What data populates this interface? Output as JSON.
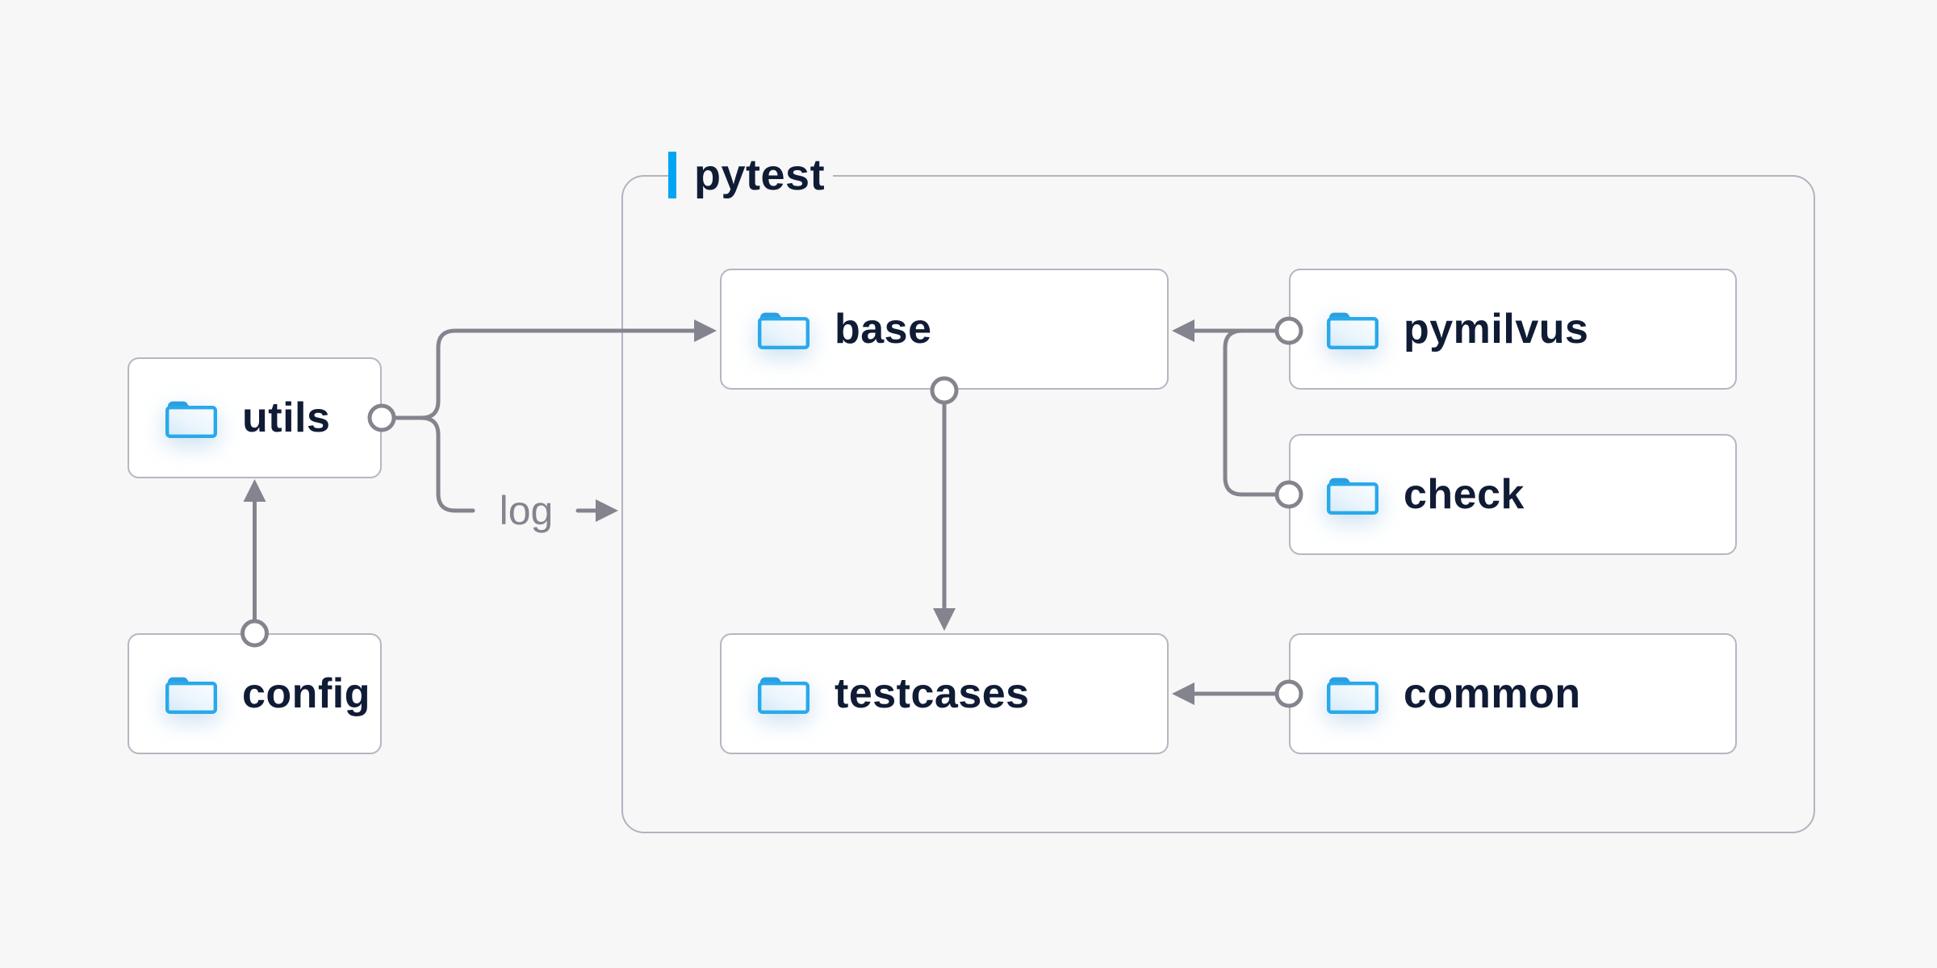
{
  "container": {
    "label": "pytest"
  },
  "nodes": {
    "utils": {
      "label": "utils"
    },
    "config": {
      "label": "config"
    },
    "base": {
      "label": "base"
    },
    "pymilvus": {
      "label": "pymilvus"
    },
    "check": {
      "label": "check"
    },
    "testcases": {
      "label": "testcases"
    },
    "common": {
      "label": "common"
    }
  },
  "edge_labels": {
    "log": "log"
  },
  "edges": [
    {
      "from": "config",
      "to": "utils",
      "style": "arrow"
    },
    {
      "from": "utils",
      "to": "base",
      "style": "arrow"
    },
    {
      "from": "utils",
      "to": "pytest-border",
      "style": "arrow",
      "label": "log"
    },
    {
      "from": "pymilvus",
      "to": "base",
      "style": "arrow"
    },
    {
      "from": "check",
      "to": "base",
      "style": "arrow"
    },
    {
      "from": "base",
      "to": "testcases",
      "style": "arrow"
    },
    {
      "from": "common",
      "to": "testcases",
      "style": "arrow"
    }
  ],
  "colors": {
    "background": "#f7f7f8",
    "node_background": "#ffffff",
    "node_border": "#b6b6c2",
    "container_border": "#b3b3bf",
    "connector": "#84848e",
    "label_text": "#101b35",
    "edge_label_text": "#84848e",
    "accent_bar": "#00a6f4",
    "folder_blue": "#29a9ea"
  }
}
